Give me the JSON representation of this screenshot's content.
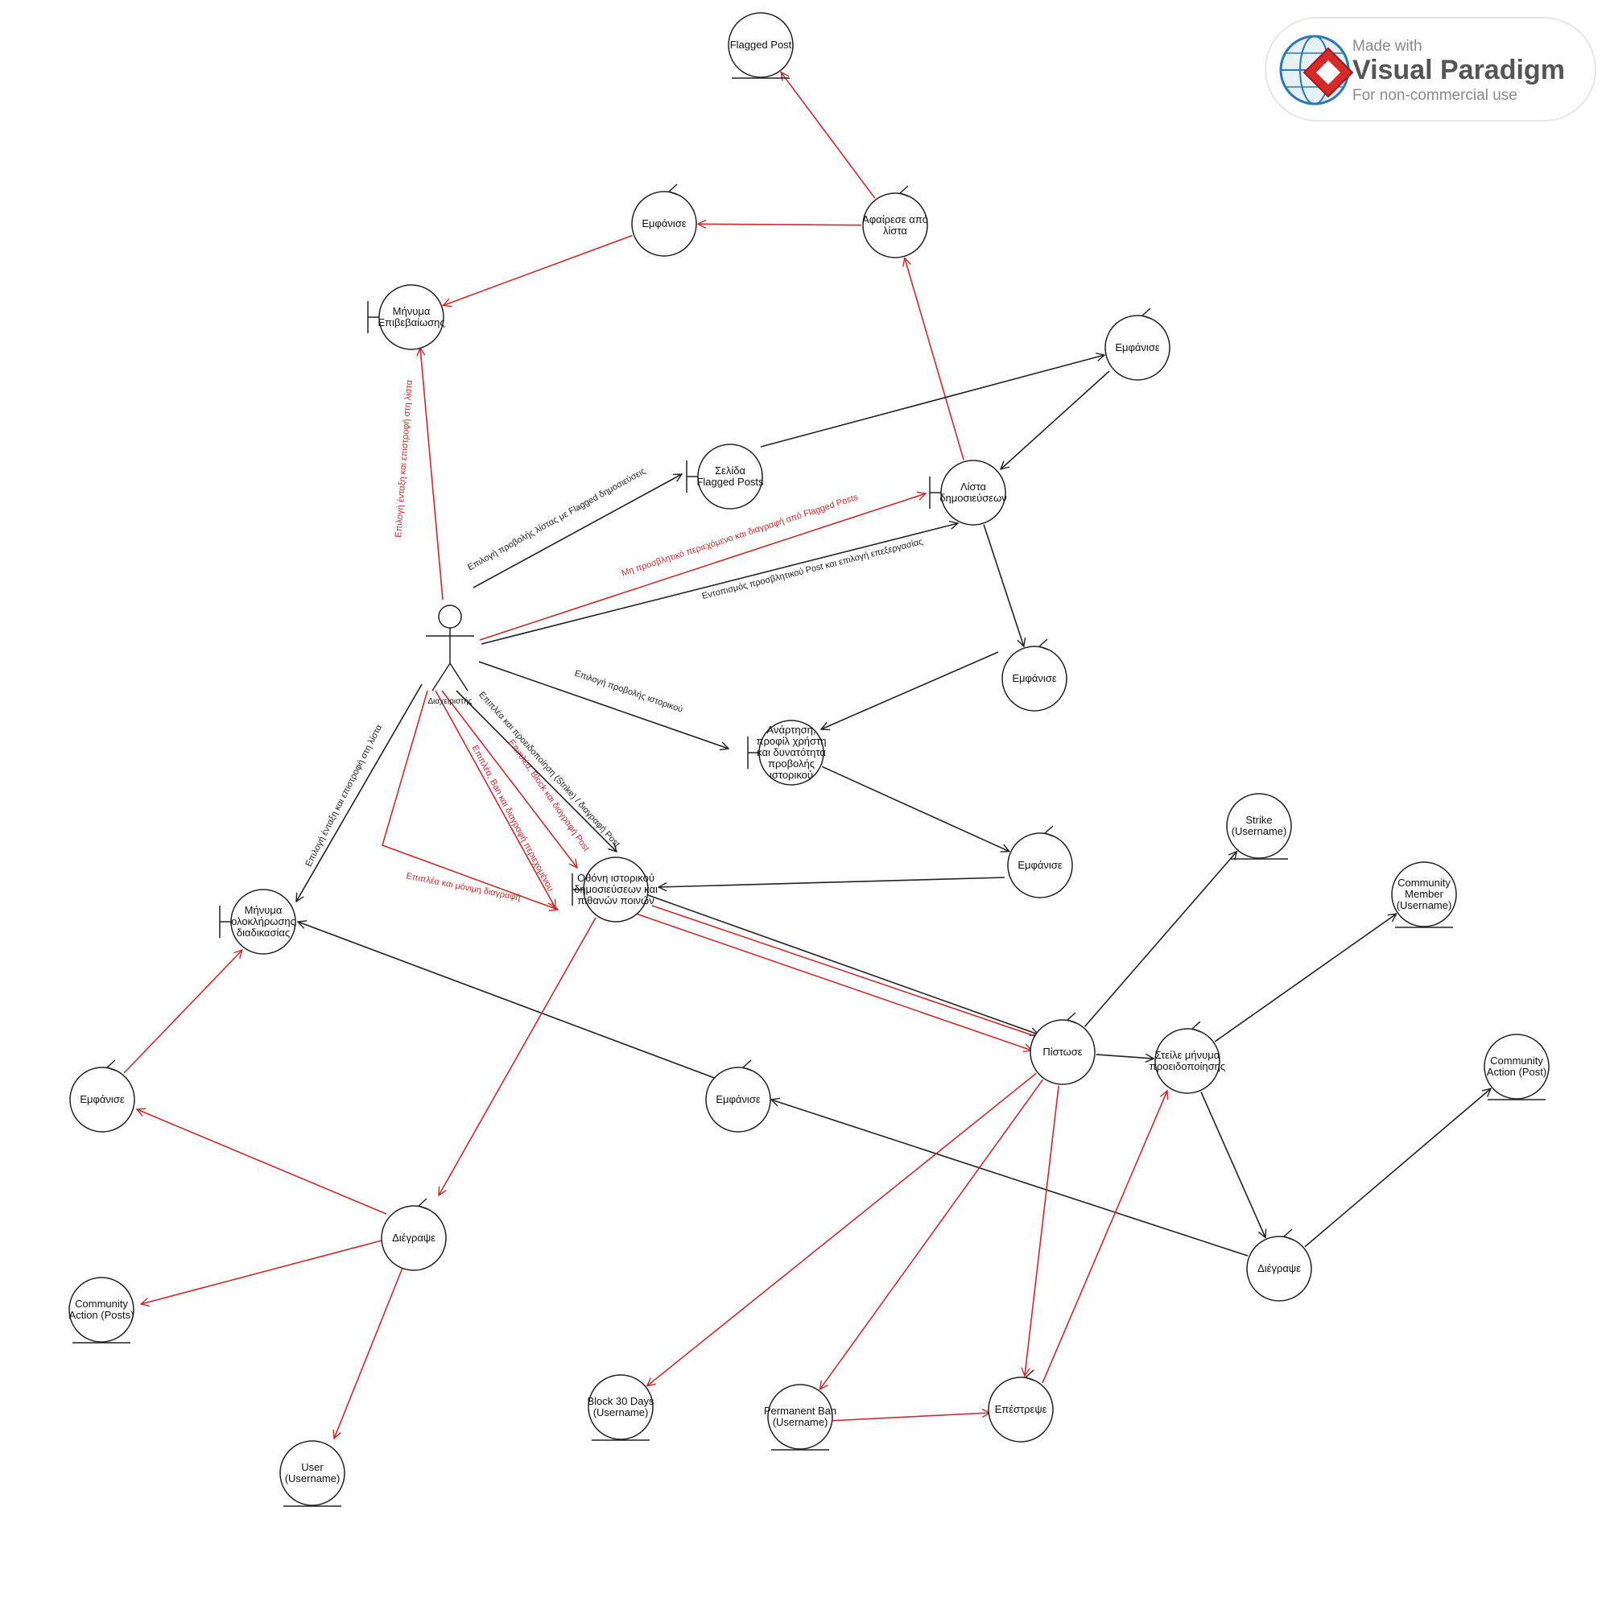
{
  "colors": {
    "black_edge": "#222222",
    "red_edge": "#cc2a2a",
    "node_stroke": "#222222"
  },
  "watermark": {
    "line1": "Made with",
    "line2": "Visual Paradigm",
    "line3": "For non-commercial use",
    "icon": "visual-paradigm-globe-logo"
  },
  "actor": {
    "id": "admin",
    "label": "Διαχειριστής"
  },
  "nodes": [
    {
      "id": "flagged_post",
      "type": "entity",
      "label": [
        "Flagged Post"
      ]
    },
    {
      "id": "show_top",
      "type": "control",
      "label": [
        "Εμφάνισε"
      ]
    },
    {
      "id": "remove_list",
      "type": "control",
      "label": [
        "Αφαίρεσε από",
        "λίστα"
      ]
    },
    {
      "id": "confirm_msg",
      "type": "boundary",
      "label": [
        "Μήνυμα",
        "Επιβεβαίωσης"
      ]
    },
    {
      "id": "show_right1",
      "type": "control",
      "label": [
        "Εμφάνισε"
      ]
    },
    {
      "id": "flagged_page",
      "type": "boundary",
      "label": [
        "Σελίδα",
        "Flagged Posts"
      ]
    },
    {
      "id": "posts_list",
      "type": "boundary",
      "label": [
        "Λίστα",
        "δημοσιεύσεων"
      ]
    },
    {
      "id": "show_right2",
      "type": "control",
      "label": [
        "Εμφάνισε"
      ]
    },
    {
      "id": "post_profile",
      "type": "boundary",
      "label": [
        "Ανάρτηση,",
        "προφίλ χρήστη",
        "και δυνατότητα",
        "προβολής",
        "ιστορικού"
      ]
    },
    {
      "id": "show_right3",
      "type": "control",
      "label": [
        "Εμφάνισε"
      ]
    },
    {
      "id": "history_screen",
      "type": "boundary",
      "label": [
        "Οθόνη ιστορικού",
        "δημοσιεύσεων και",
        "πιθανών ποινών"
      ]
    },
    {
      "id": "complete_msg",
      "type": "boundary",
      "label": [
        "Μήνυμα",
        "ολοκλήρωσης",
        "διαδικασίας"
      ]
    },
    {
      "id": "strike_entity",
      "type": "entity",
      "label": [
        "Strike",
        "(Username)"
      ]
    },
    {
      "id": "community_member",
      "type": "entity",
      "label": [
        "Community",
        "Member",
        "(Username)"
      ]
    },
    {
      "id": "credit",
      "type": "control",
      "label": [
        "Πίστωσε"
      ]
    },
    {
      "id": "send_warning",
      "type": "control",
      "label": [
        "Στείλε μήνυμα",
        "προειδοποίησης"
      ]
    },
    {
      "id": "community_action_post",
      "type": "entity",
      "label": [
        "Community",
        "Action (Post)"
      ]
    },
    {
      "id": "show_left",
      "type": "control",
      "label": [
        "Εμφάνισε"
      ]
    },
    {
      "id": "show_mid",
      "type": "control",
      "label": [
        "Εμφάνισε"
      ]
    },
    {
      "id": "delete_left",
      "type": "control",
      "label": [
        "Διέγραψε"
      ]
    },
    {
      "id": "delete_right",
      "type": "control",
      "label": [
        "Διέγραψε"
      ]
    },
    {
      "id": "community_action_posts",
      "type": "entity",
      "label": [
        "Community",
        "Action (Posts)"
      ]
    },
    {
      "id": "user_entity",
      "type": "entity",
      "label": [
        "User",
        "(Username)"
      ]
    },
    {
      "id": "block30",
      "type": "entity",
      "label": [
        "Block 30 Days",
        "(Username)"
      ]
    },
    {
      "id": "permanent_ban",
      "type": "entity",
      "label": [
        "Permanent Ban",
        "(Username)"
      ]
    },
    {
      "id": "return_ctrl",
      "type": "control",
      "label": [
        "Επέστρεψε"
      ]
    }
  ],
  "edges": [
    {
      "from": "remove_list",
      "to": "flagged_post",
      "color": "red"
    },
    {
      "from": "remove_list",
      "to": "show_top",
      "color": "red"
    },
    {
      "from": "show_top",
      "to": "confirm_msg",
      "color": "red"
    },
    {
      "from": "posts_list",
      "to": "remove_list",
      "color": "red"
    },
    {
      "from": "admin",
      "to": "confirm_msg",
      "color": "red",
      "label": "Επιλογή ένταξη και επιστροφή στη λίστα"
    },
    {
      "from": "admin",
      "to": "flagged_page",
      "color": "black",
      "label": "Επιλογή προβολής λίστας με Flagged δημοσιεύσεις"
    },
    {
      "from": "flagged_page",
      "to": "show_right1",
      "color": "black"
    },
    {
      "from": "show_right1",
      "to": "posts_list",
      "color": "black"
    },
    {
      "from": "admin",
      "to": "posts_list",
      "color": "red",
      "label": "Μη προσβλητικό περιεχόμενο και διαγραφή  από Flagged Posts"
    },
    {
      "from": "admin",
      "to": "posts_list",
      "color": "black",
      "label": "Εντοπισμός προσβλητικού Post και επιλογή επεξεργασίας"
    },
    {
      "from": "posts_list",
      "to": "show_right2",
      "color": "black"
    },
    {
      "from": "show_right2",
      "to": "post_profile",
      "color": "black"
    },
    {
      "from": "admin",
      "to": "post_profile",
      "color": "black",
      "label": "Επιλογή προβολής ιστορικού"
    },
    {
      "from": "post_profile",
      "to": "show_right3",
      "color": "black"
    },
    {
      "from": "show_right3",
      "to": "history_screen",
      "color": "black"
    },
    {
      "from": "admin",
      "to": "history_screen",
      "color": "black",
      "label": "Επιπλέα και προειδοποίηση (Strike) / διαγραφή Post"
    },
    {
      "from": "admin",
      "to": "history_screen",
      "color": "red",
      "label": "Επιπλέα, Block και διαγραφή Post"
    },
    {
      "from": "admin",
      "to": "history_screen",
      "color": "red",
      "label": "Επιπλέα, Ban και διαγραφή περιεχομένου"
    },
    {
      "from": "admin",
      "to": "history_screen",
      "color": "red",
      "label": "Επιπλέα και μόνιμη διαγραφή"
    },
    {
      "from": "admin",
      "to": "complete_msg",
      "color": "black",
      "label": "Επιλογή ένταξη και επιστροφή στη λίστα"
    },
    {
      "from": "show_mid",
      "to": "complete_msg",
      "color": "black"
    },
    {
      "from": "show_left",
      "to": "complete_msg",
      "color": "red"
    },
    {
      "from": "history_screen",
      "to": "credit",
      "color": "black"
    },
    {
      "from": "history_screen",
      "to": "credit",
      "color": "red"
    },
    {
      "from": "history_screen",
      "to": "credit",
      "color": "red"
    },
    {
      "from": "history_screen",
      "to": "delete_left",
      "color": "red"
    },
    {
      "from": "credit",
      "to": "strike_entity",
      "color": "black"
    },
    {
      "from": "credit",
      "to": "send_warning",
      "color": "black"
    },
    {
      "from": "send_warning",
      "to": "community_member",
      "color": "black"
    },
    {
      "from": "send_warning",
      "to": "delete_right",
      "color": "black"
    },
    {
      "from": "delete_right",
      "to": "community_action_post",
      "color": "black"
    },
    {
      "from": "delete_right",
      "to": "show_mid",
      "color": "black"
    },
    {
      "from": "delete_left",
      "to": "show_left",
      "color": "red"
    },
    {
      "from": "delete_left",
      "to": "community_action_posts",
      "color": "red"
    },
    {
      "from": "delete_left",
      "to": "user_entity",
      "color": "red"
    },
    {
      "from": "credit",
      "to": "block30",
      "color": "red"
    },
    {
      "from": "credit",
      "to": "permanent_ban",
      "color": "red"
    },
    {
      "from": "credit",
      "to": "return_ctrl",
      "color": "red"
    },
    {
      "from": "permanent_ban",
      "to": "return_ctrl",
      "color": "red"
    },
    {
      "from": "return_ctrl",
      "to": "send_warning",
      "color": "red"
    }
  ]
}
